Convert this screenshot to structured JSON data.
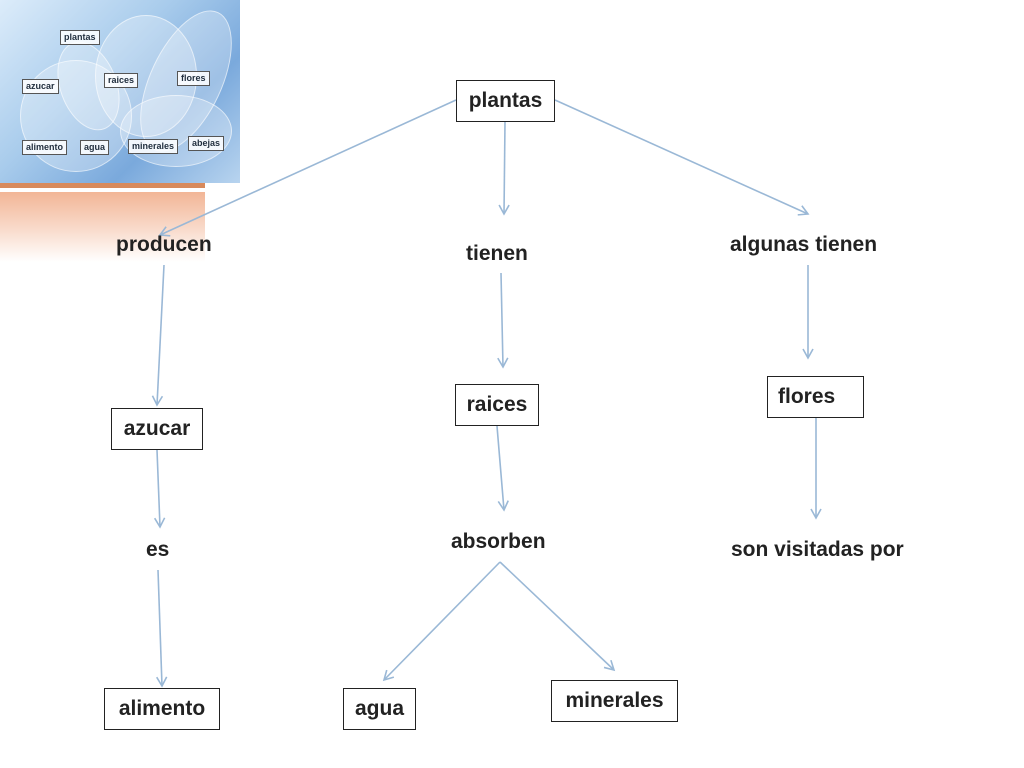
{
  "thumbnail": {
    "labels": {
      "plantas": "plantas",
      "azucar": "azucar",
      "raices": "raices",
      "flores": "flores",
      "alimento": "alimento",
      "agua": "agua",
      "minerales": "minerales",
      "abejas": "abejas"
    }
  },
  "concepts": {
    "plantas": "plantas",
    "azucar": "azucar",
    "raices": "raices",
    "flores": "flores",
    "alimento": "alimento",
    "agua": "agua",
    "minerales": "minerales"
  },
  "links": {
    "producen": "producen",
    "tienen": "tienen",
    "algunas_tienen": "algunas tienen",
    "es": "es",
    "absorben": "absorben",
    "son_visitadas_por": "son visitadas por"
  },
  "colors": {
    "arrow": "#9ab8d6",
    "box_border": "#222222",
    "accent_bar": "#d88a5c"
  }
}
